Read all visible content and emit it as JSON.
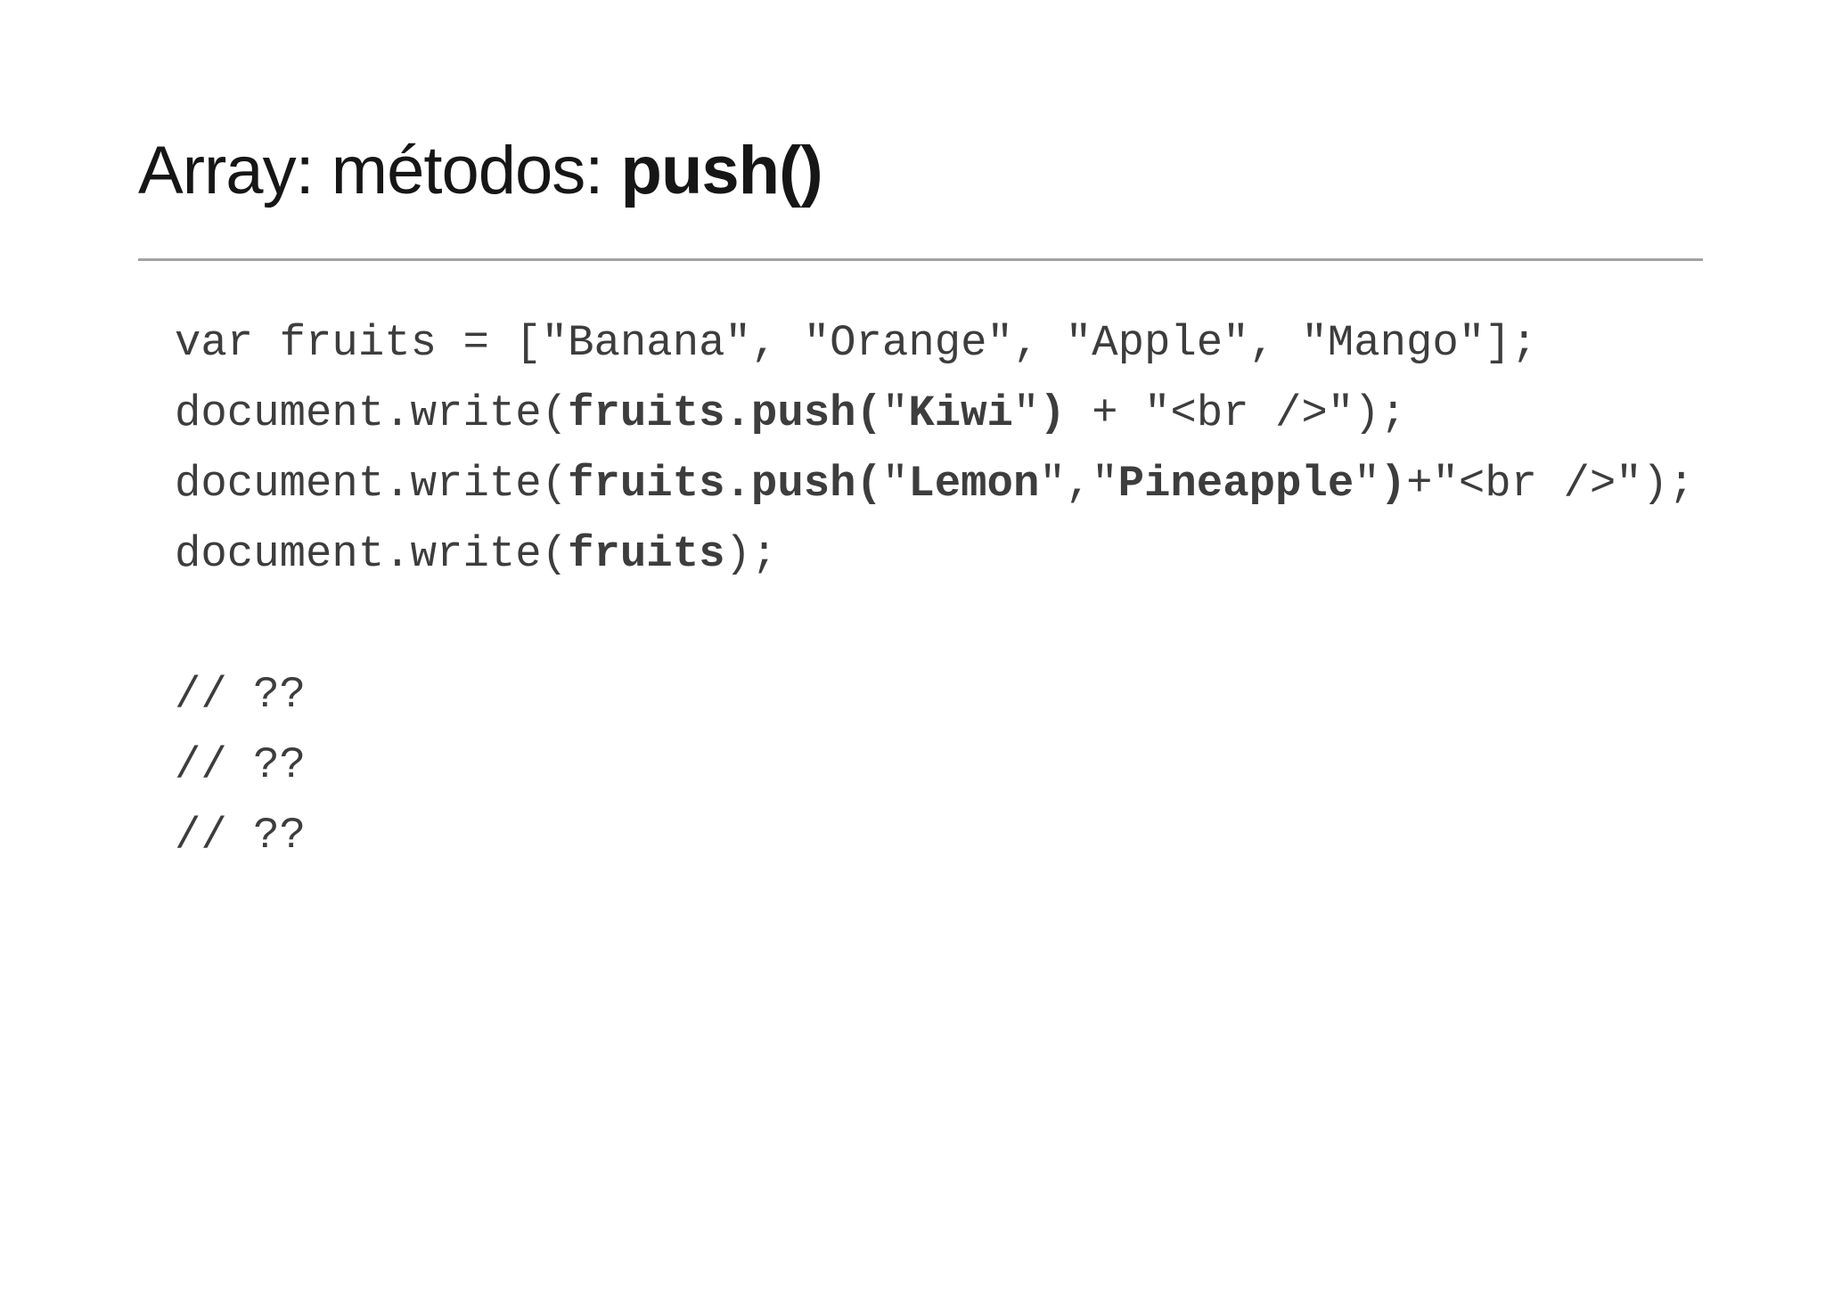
{
  "slide": {
    "title": {
      "normal": "Array: métodos: ",
      "bold": "push()"
    },
    "colors": {
      "background": "#ffffff",
      "title": "#161616",
      "code": "#3d3d3d",
      "rule": "#a3a3a3"
    },
    "code_lines": [
      {
        "segments": [
          {
            "t": "var fruits = [\"Banana\", \"Orange\", \"Apple\", \"Mango\"];",
            "b": false
          }
        ]
      },
      {
        "segments": [
          {
            "t": "document.write(",
            "b": false
          },
          {
            "t": "fruits.push(",
            "b": true
          },
          {
            "t": "\"",
            "b": false
          },
          {
            "t": "Kiwi",
            "b": true
          },
          {
            "t": "\"",
            "b": false
          },
          {
            "t": ")",
            "b": true
          },
          {
            "t": " + \"<br />\");",
            "b": false
          }
        ]
      },
      {
        "segments": [
          {
            "t": "document.write(",
            "b": false
          },
          {
            "t": "fruits.push(",
            "b": true
          },
          {
            "t": "\"",
            "b": false
          },
          {
            "t": "Lemon",
            "b": true
          },
          {
            "t": "\",\"",
            "b": false
          },
          {
            "t": "Pineapple",
            "b": true
          },
          {
            "t": "\"",
            "b": false
          },
          {
            "t": ")",
            "b": true
          },
          {
            "t": "+\"<br />\");",
            "b": false
          }
        ]
      },
      {
        "segments": [
          {
            "t": "document.write(",
            "b": false
          },
          {
            "t": "fruits",
            "b": true
          },
          {
            "t": ");",
            "b": false
          }
        ]
      },
      {
        "segments": [
          {
            "t": "",
            "b": false
          }
        ]
      },
      {
        "segments": [
          {
            "t": "// ??",
            "b": false
          }
        ]
      },
      {
        "segments": [
          {
            "t": "// ??",
            "b": false
          }
        ]
      },
      {
        "segments": [
          {
            "t": "// ??",
            "b": false
          }
        ]
      }
    ]
  }
}
